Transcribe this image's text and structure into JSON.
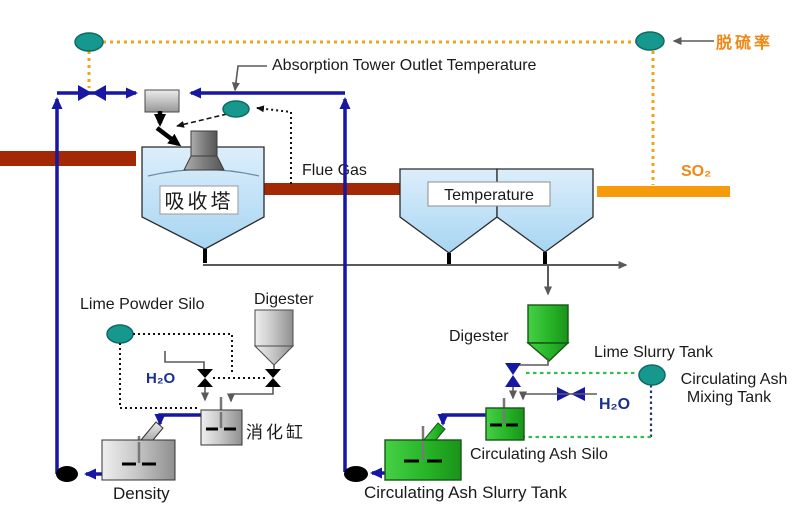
{
  "labels": {
    "absorption_tower_outlet_temperature": "Absorption Tower Outlet Temperature",
    "desulfurization_rate": "脱硫率",
    "flue_gas": "Flue Gas",
    "so2": "SO₂",
    "temperature": "Temperature",
    "absorption_tower": "吸收塔",
    "lime_powder_silo": "Lime Powder Silo",
    "digester_left": "Digester",
    "h2o_left": "H₂O",
    "digestion_tank": "消化缸",
    "density": "Density",
    "digester_right": "Digester",
    "lime_slurry_tank": "Lime Slurry Tank",
    "circulating_ash_mixing_line1": "Circulating Ash",
    "circulating_ash_mixing_line2": "Mixing Tank",
    "h2o_right": "H₂O",
    "circulating_ash_silo": "Circulating Ash Silo",
    "circulating_ash_slurry_tank": "Circulating Ash Slurry Tank"
  },
  "colors": {
    "line_blue": "#1717a3",
    "instrument_teal": "#17988f",
    "pipe_dark_red": "#a32804",
    "pipe_orange": "#f59b0c",
    "signal_orange": "#f0a418",
    "signal_green": "#2ebf4f",
    "label_orange": "#ef8812",
    "h2o_navy": "#1b2f8f"
  }
}
